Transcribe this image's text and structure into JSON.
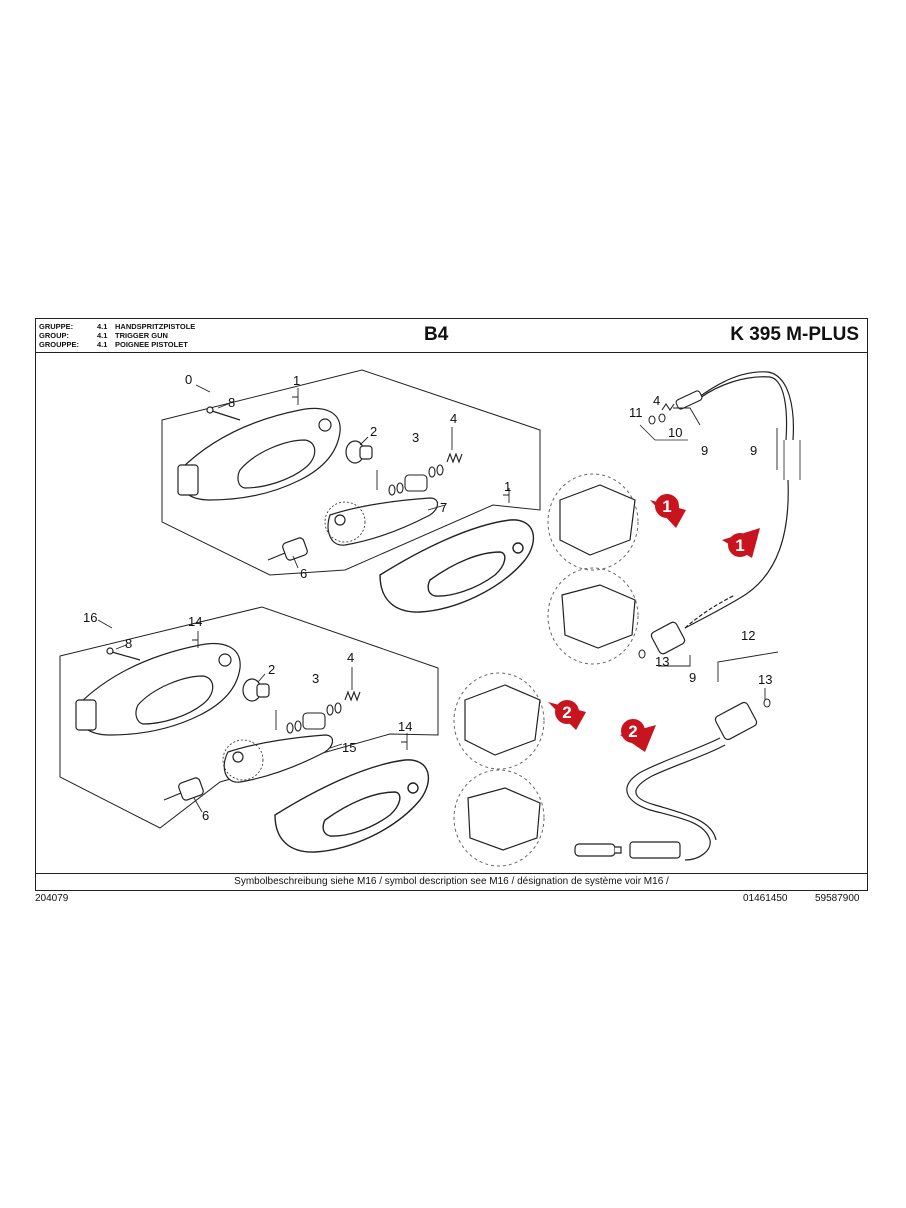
{
  "header": {
    "rows": [
      {
        "key": "GRUPPE:",
        "num": "4.1",
        "name": "HANDSPRITZPISTOLE"
      },
      {
        "key": "GROUP:",
        "num": "4.1",
        "name": "TRIGGER GUN"
      },
      {
        "key": "GROUPPE:",
        "num": "4.1",
        "name": "POIGNEE PISTOLET"
      }
    ],
    "code": "B4",
    "model": "K 395 M-PLUS"
  },
  "footer": {
    "note": "Symbolbeschreibung siehe M16 / symbol description see M16 / désignation de système voir M16 /"
  },
  "bottom": {
    "left": "204079",
    "mid": "01461450",
    "right": "59587900"
  },
  "callouts": {
    "a0": "0",
    "a1": "1",
    "a8": "8",
    "a2": "2",
    "a3": "3",
    "a4": "4",
    "a7": "7",
    "a6": "6",
    "a1b": "1",
    "b16": "16",
    "b14": "14",
    "b8": "8",
    "b2": "2",
    "b3": "3",
    "b4": "4",
    "b15": "15",
    "b6": "6",
    "b14b": "14",
    "h4": "4",
    "h11": "11",
    "h10": "10",
    "h9a": "9",
    "h9b": "9",
    "h13a": "13",
    "h9c": "9",
    "h12": "12",
    "h13b": "13"
  },
  "badges": {
    "one": "1",
    "two": "2"
  },
  "colors": {
    "badge": "#c8141e",
    "line": "#222222"
  }
}
